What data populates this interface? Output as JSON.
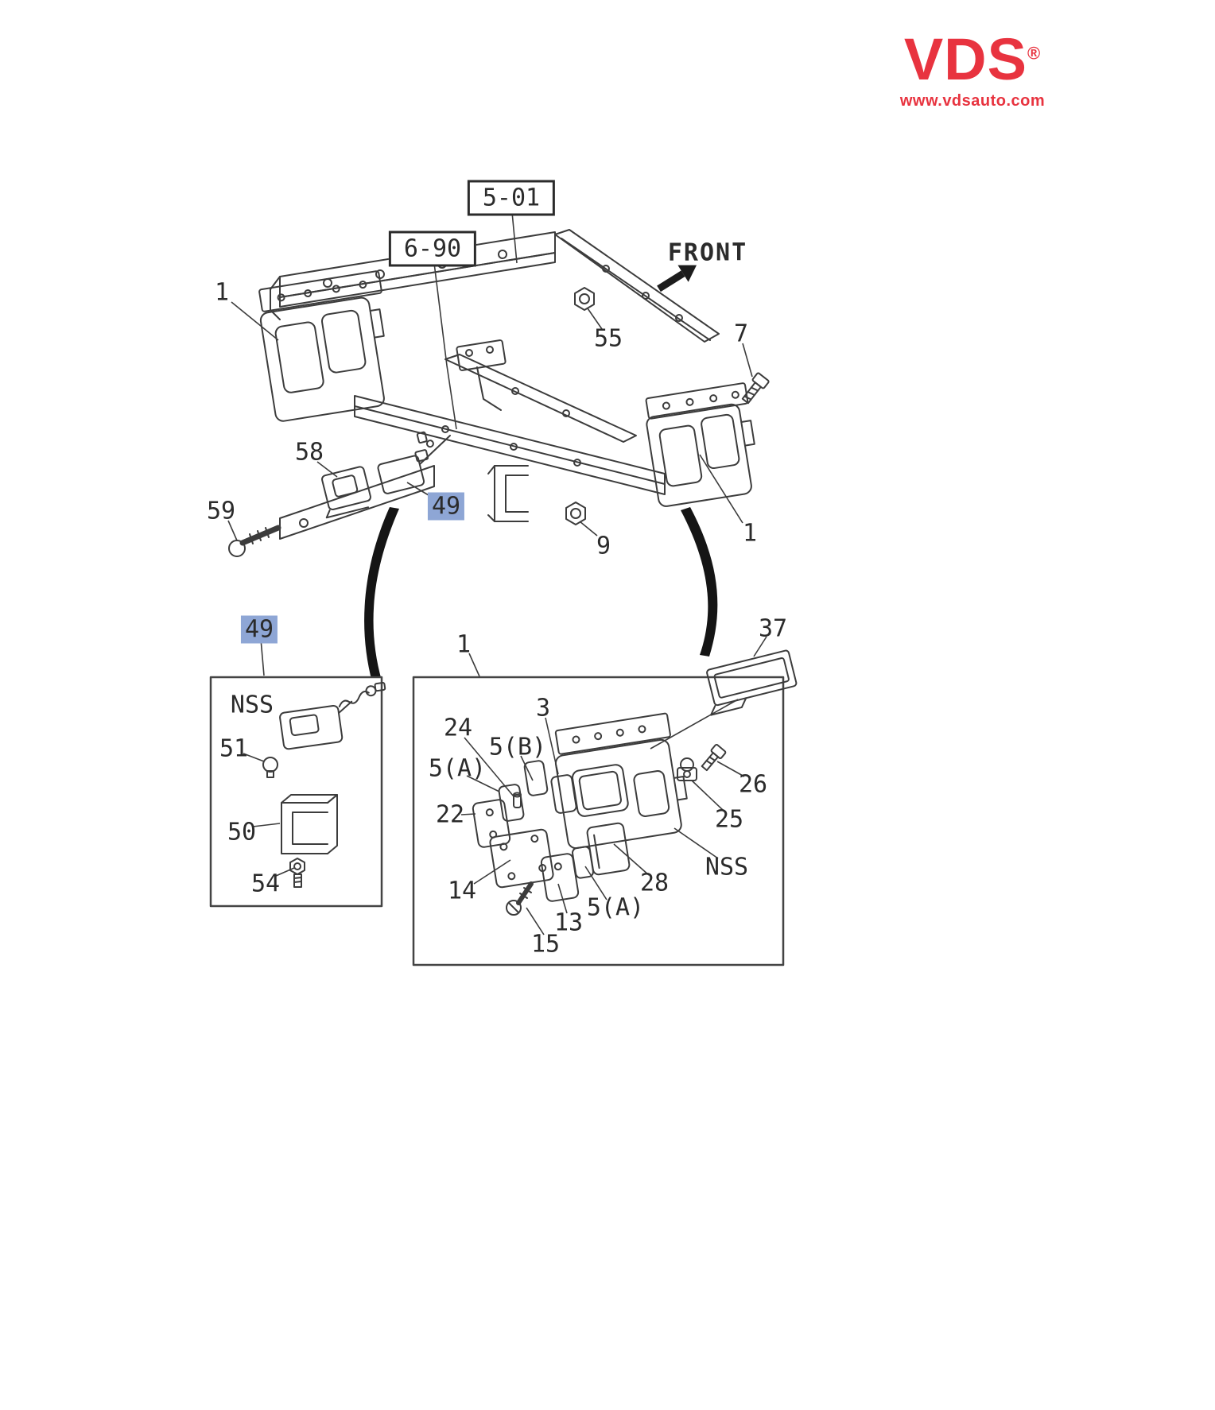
{
  "logo": {
    "brand": "VDS",
    "reg": "®",
    "site": "www.vdsauto.com",
    "color": "#e8333f"
  },
  "refs": {
    "section_a": "5-01",
    "section_b": "6-90",
    "front": "FRONT"
  },
  "callouts": {
    "n1_top_left": "1",
    "n55": "55",
    "n7": "7",
    "n58": "58",
    "n59": "59",
    "n49_top": "49",
    "n9": "9",
    "n1_right": "1",
    "n49_lower": "49",
    "n1_box": "1",
    "n37": "37",
    "nss_left": "NSS",
    "n51": "51",
    "n50": "50",
    "n54": "54",
    "n24": "24",
    "n5b": "5(B)",
    "n3": "3",
    "n5a_first": "5(A)",
    "n22": "22",
    "n14": "14",
    "n13": "13",
    "n15": "15",
    "n5a_second": "5(A)",
    "n28": "28",
    "nss_right": "NSS",
    "n25": "25",
    "n26": "26"
  },
  "highlight_color": "#8ea6d5"
}
